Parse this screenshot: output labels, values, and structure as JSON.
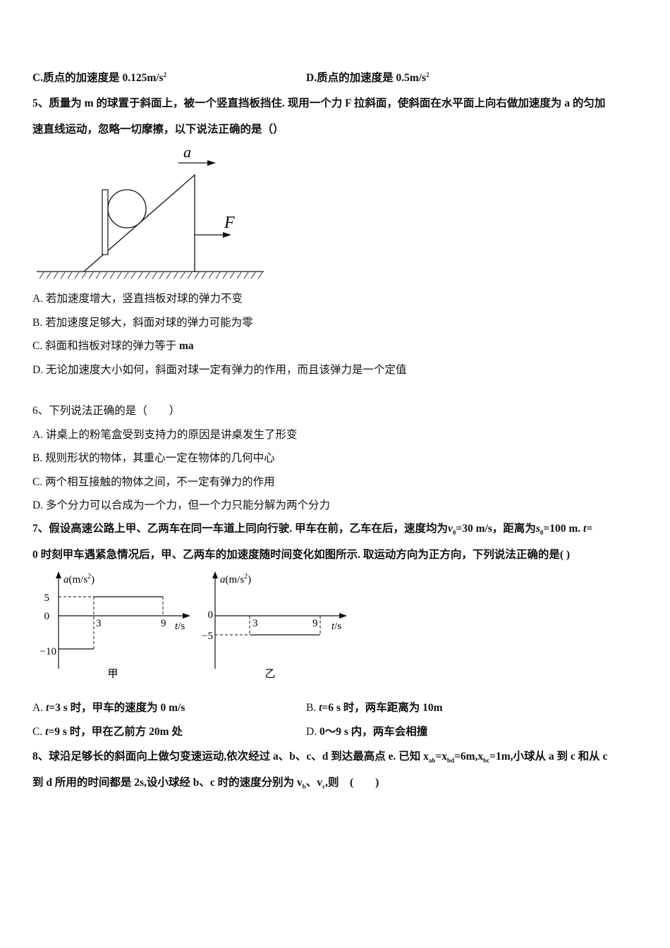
{
  "q4_options": {
    "C": {
      "prefix": "C.",
      "text": "质点的加速度是",
      "value": "0.125m/s",
      "sup": "2"
    },
    "D": {
      "prefix": "D.",
      "text": "质点的加速度是",
      "value": "0.5m/s",
      "sup": "2"
    }
  },
  "q5": {
    "stem_line1_a": "5、质量为",
    "stem_line1_m": " m ",
    "stem_line1_b": "的球置于斜面上，被一个竖直挡板挡住. 现用一个力",
    "stem_line1_F": " F ",
    "stem_line1_c": "拉斜面，使斜面在水平面上向右做加速度为",
    "stem_line1_a2": " a ",
    "stem_line1_d": "的匀加",
    "stem_line2": "速直线运动，忽略一切摩擦，以下说法正确的是（）",
    "figure": {
      "label_a": "a",
      "label_F": "F"
    },
    "options": [
      {
        "text": "A. 若加速度增大，竖直挡板对球的弹力不变"
      },
      {
        "text": "B. 若加速度足够大，斜面对球的弹力可能为零"
      },
      {
        "text": "C. 斜面和挡板对球的弹力等于",
        "bold": " ma"
      },
      {
        "text": "D. 无论加速度大小如何，斜面对球一定有弹力的作用，而且该弹力是一个定值"
      }
    ]
  },
  "q6": {
    "stem": "6、下列说法正确的是（　　）",
    "options": [
      {
        "text": "A. 讲桌上的粉笔盒受到支持力的原因是讲桌发生了形变"
      },
      {
        "text": "B. 规则形状的物体，其重心一定在物体的几何中心"
      },
      {
        "text": "C. 两个相互接触的物体之间，不一定有弹力的作用"
      },
      {
        "text": "D. 多个分力可以合成为一个力，但一个力只能分解为两个分力"
      }
    ]
  },
  "q7": {
    "stem_line1_a": "7、假设高速公路上甲、乙两车在同一车道上同向行驶. 甲车在前，乙车在后，速度均为",
    "stem_line1_v": "v",
    "stem_line1_vsub": "0",
    "stem_line1_b": "=30 m/s，距离为",
    "stem_line1_s": "s",
    "stem_line1_ssub": "0",
    "stem_line1_c": "=100 m.",
    "stem_line1_t": " t",
    "stem_line1_d": "=",
    "stem_line2": "0 时刻甲车遇紧急情况后，甲、乙两车的加速度随时间变化如图所示. 取运动方向为正方向，下列说法正确的是( )",
    "options": [
      {
        "prefix": "A. ",
        "t": "t",
        "text": "=3 s 时，甲车的速度为 0 m/s"
      },
      {
        "prefix": "B. ",
        "t": "t",
        "text": "=6 s 时，两车距离为 10m"
      },
      {
        "prefix": "C. ",
        "t": "t",
        "text": "=9 s 时，甲在乙前方 20m 处"
      },
      {
        "prefix": "D. ",
        "t": "",
        "text": "0～9 s 内，两车会相撞"
      }
    ]
  },
  "q8": {
    "stem_line1_a": "8、球沿足够长的斜面向上做匀变速运动,依次经过 a、b、c、d 到达最高点 e. 已知 x",
    "sub_ab": "ab",
    "eq1": "=x",
    "sub_bd": "bd",
    "eq2": "=6m,x",
    "sub_bc": "bc",
    "stem_line1_b": "=1m,小球从 a 到 c 和从 c",
    "stem_line2_a": "到 d 所用的时间都是 2s,设小球经 b、c 时的速度分别为 v",
    "sub_b": "b",
    "sep": "、v",
    "sub_c": "c",
    "stem_line2_b": ",则　(　　)"
  },
  "chart_data": [
    {
      "type": "line",
      "title": "甲",
      "xlabel": "t/s",
      "ylabel": "a(m/s²)",
      "x_ticks": [
        3,
        9
      ],
      "y_ticks": [
        5,
        0,
        -10
      ],
      "series": [
        {
          "name": "甲",
          "x": [
            0,
            3,
            3,
            9
          ],
          "y": [
            -10,
            -10,
            5,
            5
          ]
        }
      ],
      "xlim": [
        0,
        10
      ],
      "ylim": [
        -12,
        8
      ]
    },
    {
      "type": "line",
      "title": "乙",
      "xlabel": "t/s",
      "ylabel": "a(m/s²)",
      "x_ticks": [
        3,
        9
      ],
      "y_ticks": [
        0,
        -5
      ],
      "series": [
        {
          "name": "乙",
          "x": [
            0,
            3,
            3,
            9
          ],
          "y": [
            0,
            0,
            -5,
            -5
          ]
        }
      ],
      "xlim": [
        0,
        10
      ],
      "ylim": [
        -10,
        8
      ]
    }
  ]
}
